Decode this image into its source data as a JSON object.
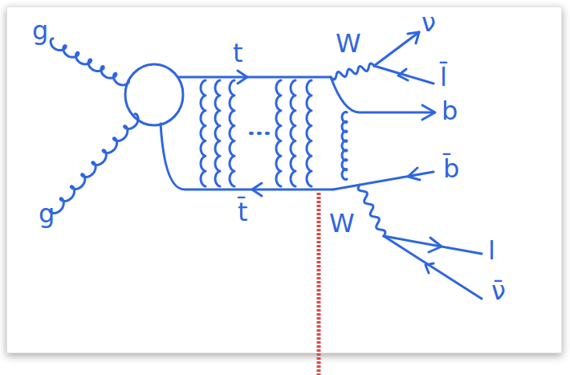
{
  "diagram": {
    "labels": [
      "g",
      "t",
      "W",
      "ν",
      "l̄",
      "b",
      "g",
      "t̄",
      "b̄",
      "W",
      "l",
      "ν̄"
    ]
  }
}
